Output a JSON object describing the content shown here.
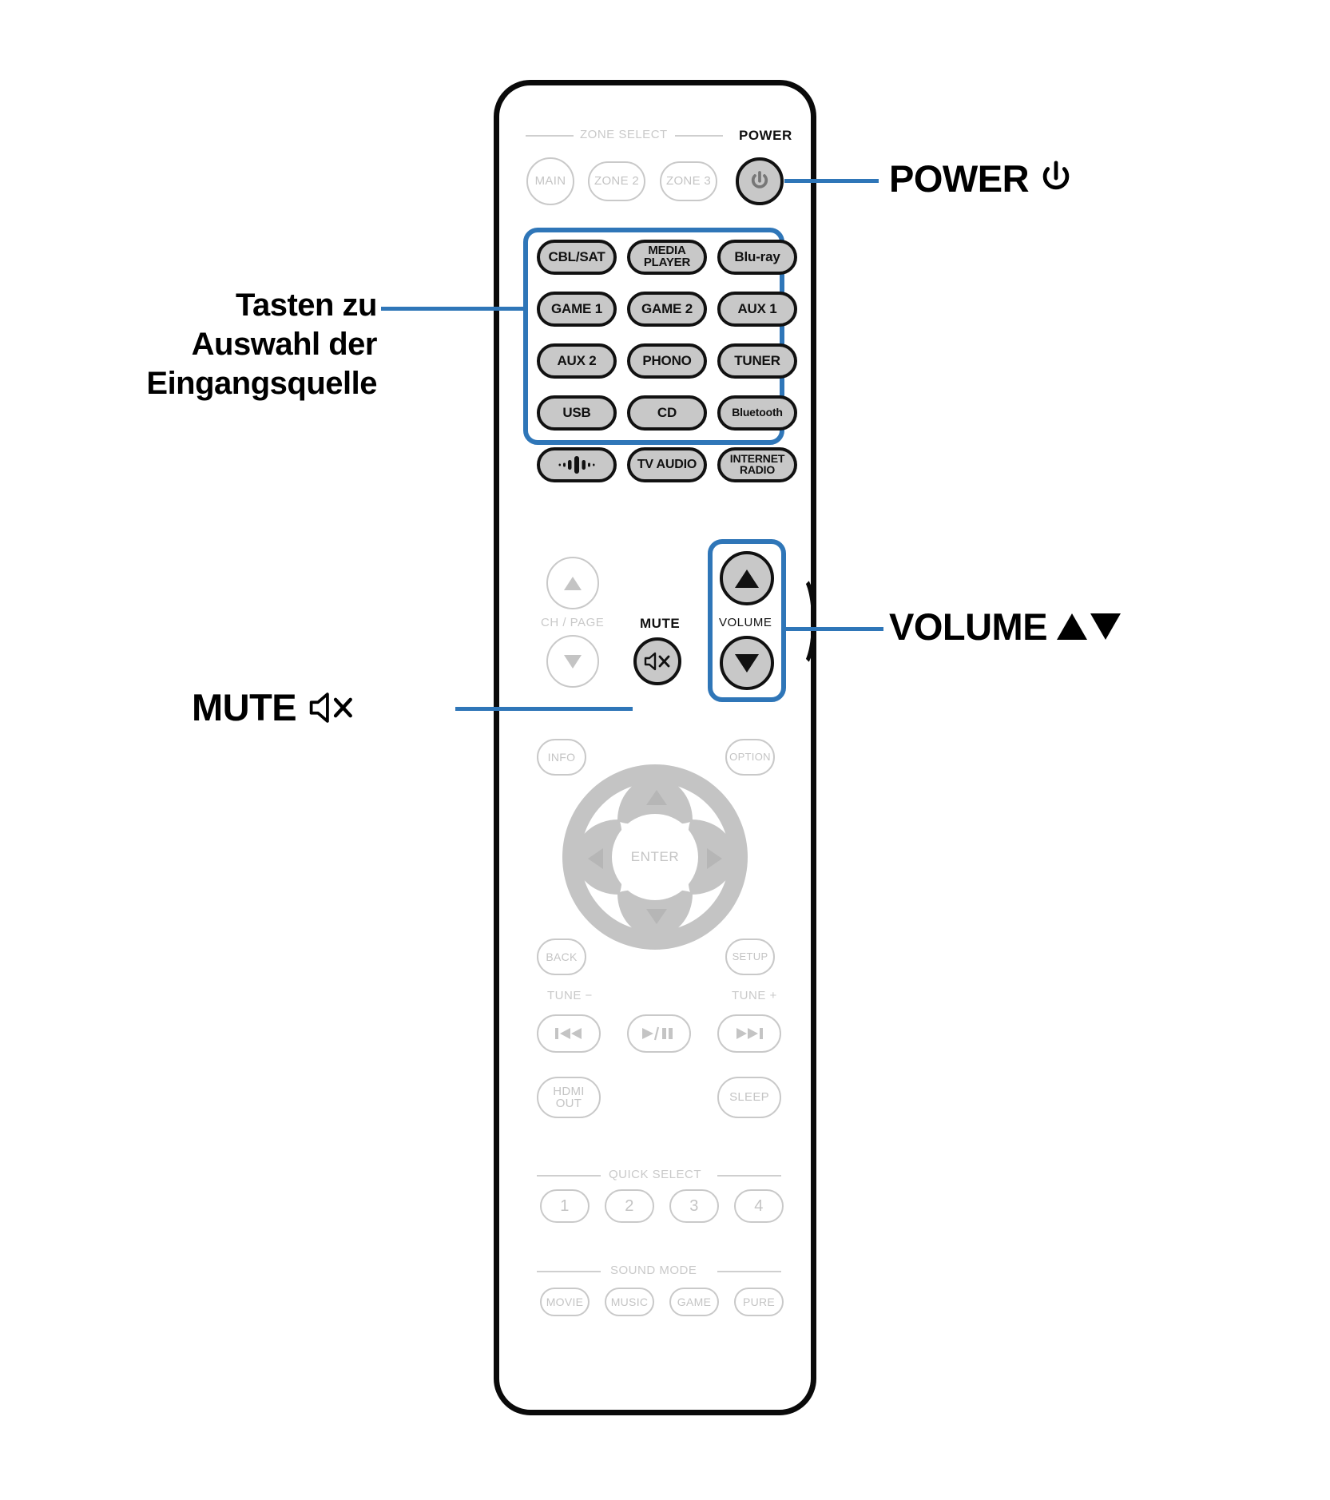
{
  "diagram": {
    "title": "Fernbedienung - Tasten zu Auswahl der Eingangsquelle",
    "accent_color": "#2f76b8",
    "active_button_fill": "#c8c8c8",
    "inactive_color": "#c9c9c9"
  },
  "remote": {
    "zone_select": {
      "section_label": "ZONE SELECT",
      "buttons": [
        {
          "label": "MAIN",
          "name": "zone-main"
        },
        {
          "label": "ZONE 2",
          "name": "zone-2"
        },
        {
          "label": "ZONE 3",
          "name": "zone-3"
        }
      ]
    },
    "power": {
      "label": "POWER",
      "icon": "power-icon"
    },
    "source_buttons": [
      {
        "label": "CBL/SAT",
        "name": "source-cbl-sat"
      },
      {
        "label": "MEDIA\nPLAYER",
        "name": "source-media-player"
      },
      {
        "label": "Blu-ray",
        "name": "source-blu-ray"
      },
      {
        "label": "GAME 1",
        "name": "source-game-1"
      },
      {
        "label": "GAME 2",
        "name": "source-game-2"
      },
      {
        "label": "AUX 1",
        "name": "source-aux-1"
      },
      {
        "label": "AUX 2",
        "name": "source-aux-2"
      },
      {
        "label": "PHONO",
        "name": "source-phono"
      },
      {
        "label": "TUNER",
        "name": "source-tuner"
      },
      {
        "label": "USB",
        "name": "source-usb"
      },
      {
        "label": "CD",
        "name": "source-cd"
      },
      {
        "label": "Bluetooth",
        "name": "source-bluetooth"
      },
      {
        "label": "",
        "name": "source-heos",
        "icon": "heos-icon"
      },
      {
        "label": "TV AUDIO",
        "name": "source-tv-audio"
      },
      {
        "label": "INTERNET\nRADIO",
        "name": "source-internet-radio"
      }
    ],
    "ch_page": {
      "label": "CH / PAGE",
      "up": "ch-page-up",
      "down": "ch-page-down"
    },
    "mute": {
      "label": "MUTE",
      "icon": "mute-icon"
    },
    "volume": {
      "label": "VOLUME",
      "up": "volume-up",
      "down": "volume-down"
    },
    "info_label": "INFO",
    "option_label": "OPTION",
    "back_label": "BACK",
    "setup_label": "SETUP",
    "enter_label": "ENTER",
    "tune_minus_label": "TUNE −",
    "tune_plus_label": "TUNE +",
    "transport": [
      {
        "label": "⏮",
        "name": "skip-previous"
      },
      {
        "label": "▶/❙❙",
        "name": "play-pause"
      },
      {
        "label": "⏭",
        "name": "skip-next"
      }
    ],
    "hdmi_out_label": "HDMI\nOUT",
    "sleep_label": "SLEEP",
    "quick_select": {
      "section_label": "QUICK SELECT",
      "buttons": [
        "1",
        "2",
        "3",
        "4"
      ]
    },
    "sound_mode": {
      "section_label": "SOUND MODE",
      "buttons": [
        "MOVIE",
        "MUSIC",
        "GAME",
        "PURE"
      ]
    }
  },
  "callouts": {
    "power": {
      "text": "POWER",
      "icon": "power-icon"
    },
    "source_select": {
      "text": "Tasten zu\nAuswahl der\nEingangsquelle"
    },
    "mute": {
      "text": "MUTE",
      "icon": "mute-icon"
    },
    "volume": {
      "text": "VOLUME",
      "icon_up": "triangle-up-icon",
      "icon_down": "triangle-down-icon"
    }
  }
}
